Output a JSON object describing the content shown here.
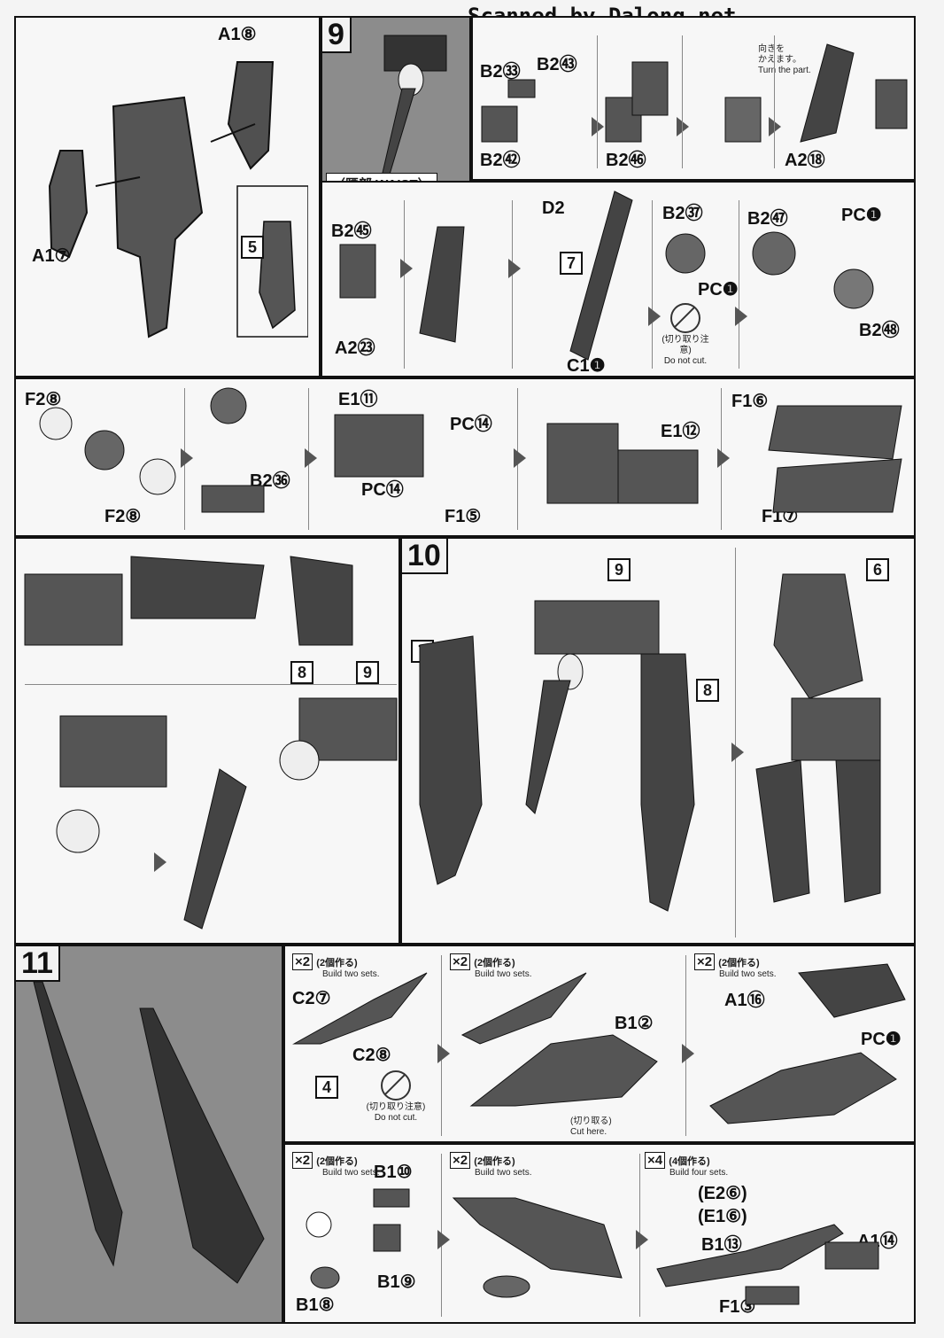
{
  "header": {
    "scan_credit": "Scanned by Dalong.net"
  },
  "step9": {
    "number": "9",
    "waist_label": "〈腰部 WAIST〉",
    "labels": [
      "A1⑧",
      "A1⑦",
      "B2㉝",
      "B2㊸",
      "B2㊷",
      "B2㊻",
      "A2⑱",
      "B2㊺",
      "A2㉓",
      "D2",
      "C1❶",
      "B2㊲",
      "PC❶",
      "B2㊼",
      "PC❶",
      "B2㊽"
    ],
    "turn_note": "向きを\nかえます。\nTurn the part.",
    "ref5": "5",
    "ref7": "7",
    "no_cut_jp": "(切り取り注意)",
    "no_cut_en": "Do not cut."
  },
  "row3": {
    "labels": [
      "F2⑧",
      "F2⑧",
      "B2㊱",
      "E1⑪",
      "PC⑭",
      "PC⑭",
      "F1⑤",
      "E1⑫",
      "F1⑥",
      "F1⑦"
    ]
  },
  "row4": {
    "ref8": "8",
    "ref9": "9"
  },
  "step10": {
    "number": "10",
    "ref9": "9",
    "ref7": "7",
    "ref8": "8",
    "ref6": "6"
  },
  "step11": {
    "number": "11",
    "build_two_jp": "(2個作る)",
    "build_two_en": "Build two sets.",
    "build_four_jp": "(4個作る)",
    "build_four_en": "Build four sets.",
    "x2": "×2",
    "x4": "×4",
    "labels": [
      "C2⑦",
      "C2⑧",
      "B1②",
      "A1⑯",
      "PC❶",
      "B1⑩",
      "B1⑨",
      "B1⑧",
      "(E2⑥)",
      "(E1⑥)",
      "B1⑬",
      "A1⑭",
      "F1③"
    ],
    "ref4": "4",
    "no_cut_jp": "(切り取り注意)",
    "no_cut_en": "Do not cut.",
    "cut_here_jp": "(切り取る)",
    "cut_here_en": "Cut here."
  }
}
